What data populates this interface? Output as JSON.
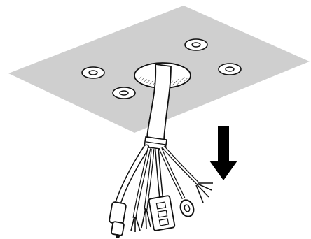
{
  "figure": {
    "kind": "installation-illustration",
    "colors": {
      "ceiling": "#cfcfcf",
      "outline": "#111111",
      "cable_fill": "#ffffff",
      "arrow": "#000000",
      "hole_shadow": "#9a9a9a"
    },
    "parts": {
      "ceiling_panel": "ceiling-plate",
      "screw_holes": 4,
      "center_hole": "cable-pass-through-hole",
      "cable_bundle": "multi-core-cable",
      "arrow_direction": "down",
      "connectors": [
        "bnc-connector",
        "wire-group-left",
        "wire-group-middle",
        "terminal-block",
        "ring-terminal",
        "wire-group-right"
      ]
    }
  }
}
